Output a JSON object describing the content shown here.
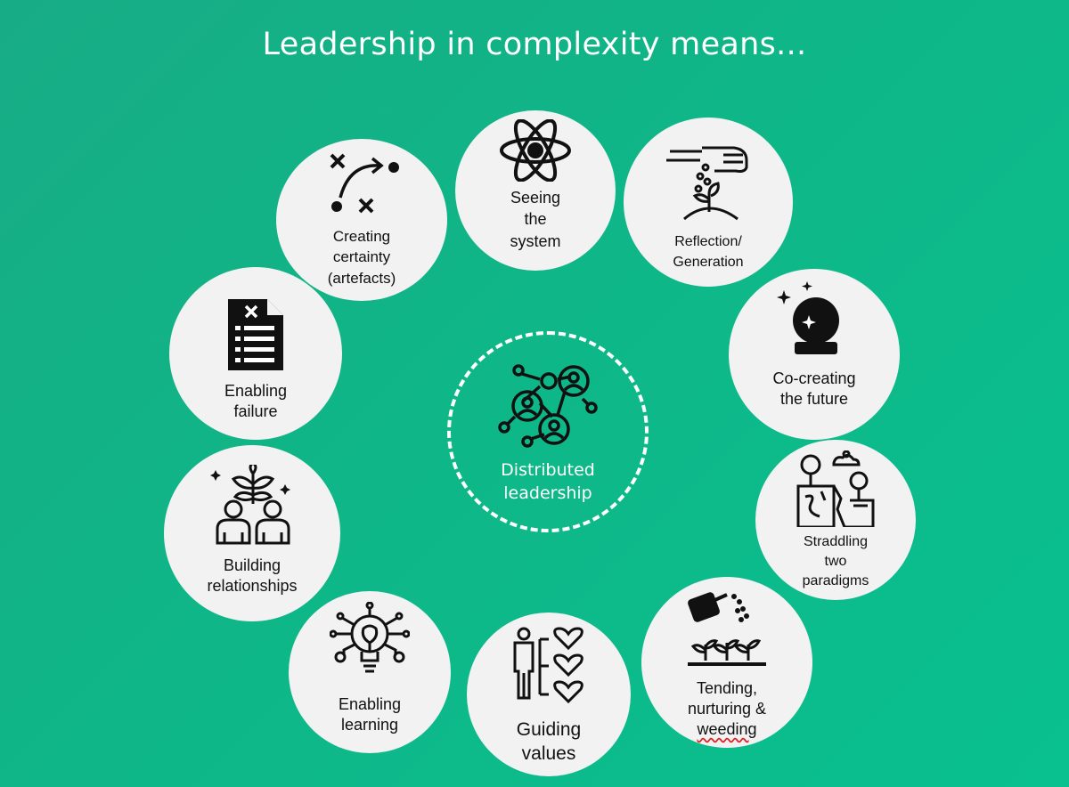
{
  "title": "Leadership in complexity means...",
  "center": {
    "lines": [
      "Distributed",
      "leadership"
    ],
    "icon": "network-people-icon"
  },
  "nodes": {
    "seeing": {
      "lines": [
        "Seeing",
        "the",
        "system"
      ],
      "icon": "atom-icon"
    },
    "reflection": {
      "lines": [
        "Reflection/",
        "Generation"
      ],
      "icon": "hand-sowing-seeds-icon"
    },
    "cocreating": {
      "lines": [
        "Co-creating",
        "the future"
      ],
      "icon": "crystal-ball-icon"
    },
    "straddling": {
      "lines": [
        "Straddling",
        "two",
        "paradigms"
      ],
      "icon": "two-landscapes-icon"
    },
    "tending": {
      "lines": [
        "Tending,",
        "nurturing &",
        "weeding"
      ],
      "icon": "watering-can-icon"
    },
    "values": {
      "lines": [
        "Guiding",
        "values"
      ],
      "icon": "person-hearts-icon"
    },
    "learning": {
      "lines": [
        "Enabling",
        "learning"
      ],
      "icon": "lightbulb-tree-icon"
    },
    "relationships": {
      "lines": [
        "Building",
        "relationships"
      ],
      "icon": "people-plant-icon"
    },
    "failure": {
      "lines": [
        "Enabling",
        "failure"
      ],
      "icon": "checklist-document-icon"
    },
    "certainty": {
      "lines": [
        "Creating",
        "certainty",
        "(artefacts)"
      ],
      "icon": "tactics-play-icon"
    }
  }
}
